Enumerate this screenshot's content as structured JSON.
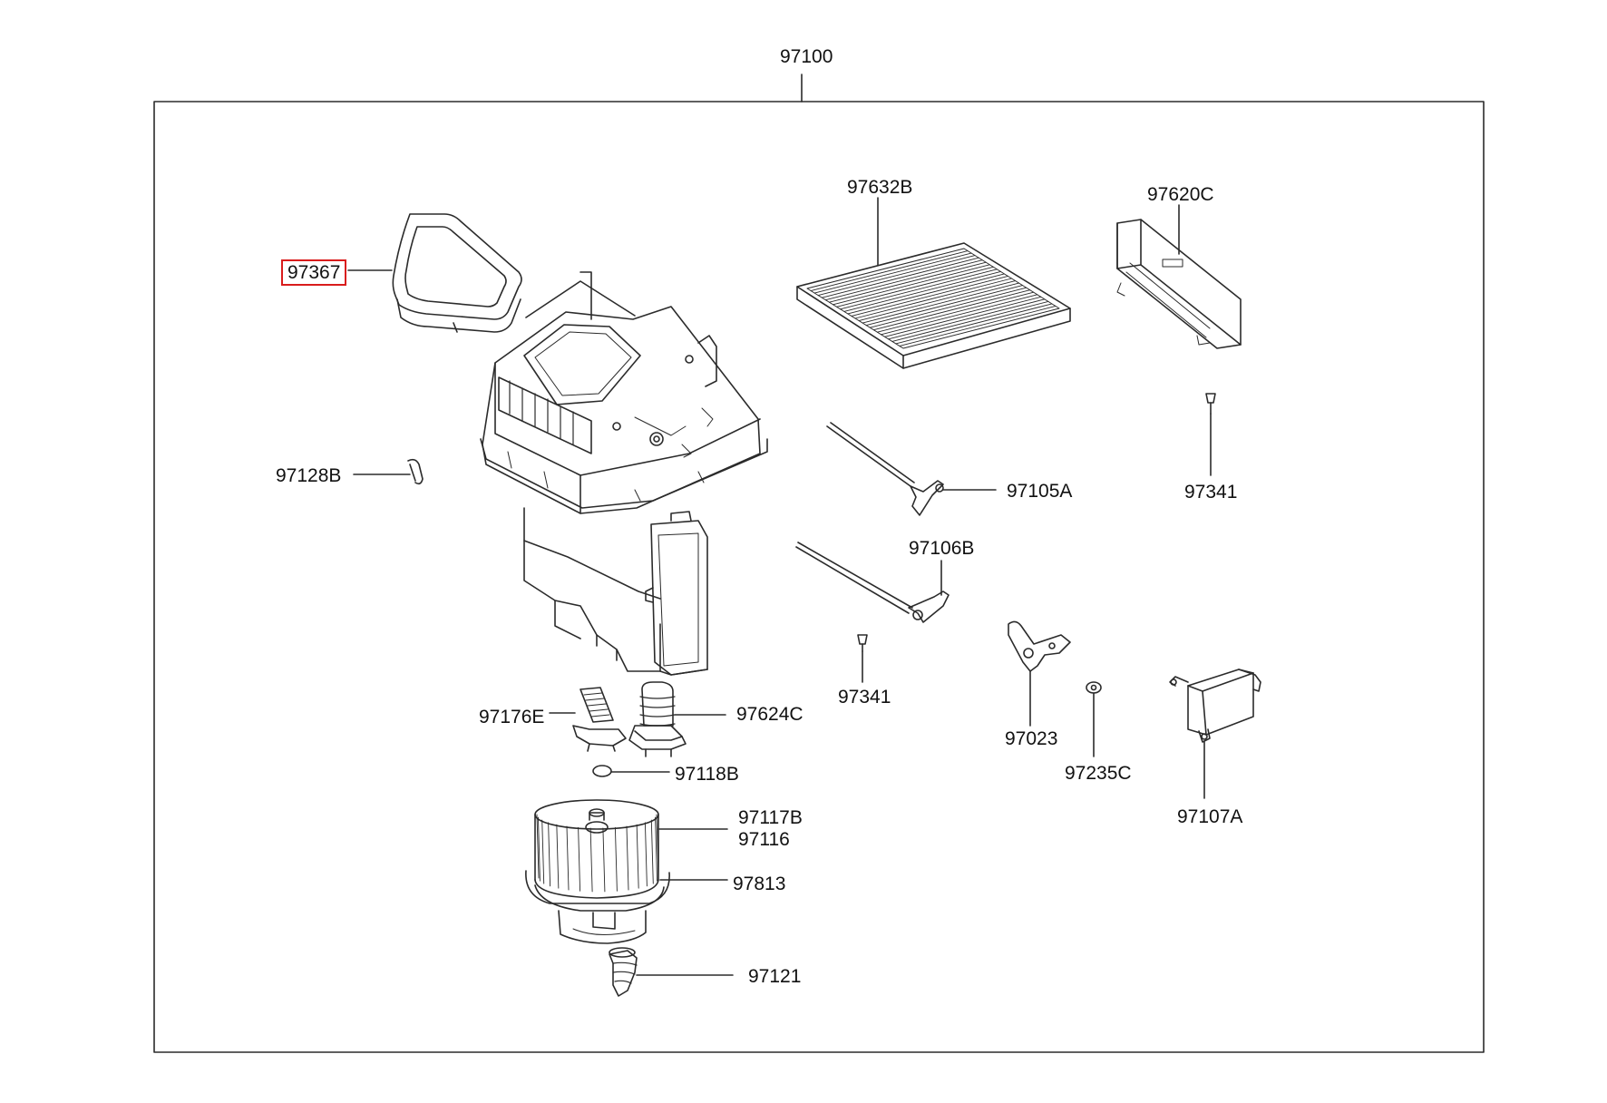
{
  "assembly": {
    "number": "97100"
  },
  "colors": {
    "line": "#2b2b2b",
    "highlight": "#d91c1c",
    "background": "#ffffff"
  },
  "parts": {
    "p97367": "97367",
    "p97632B": "97632B",
    "p97620C": "97620C",
    "p97128B": "97128B",
    "p97105A": "97105A",
    "p97341a": "97341",
    "p97106B": "97106B",
    "p97341b": "97341",
    "p97023": "97023",
    "p97235C": "97235C",
    "p97107A": "97107A",
    "p97176E": "97176E",
    "p97624C": "97624C",
    "p97118B": "97118B",
    "p97117B": "97117B",
    "p97116": "97116",
    "p97813": "97813",
    "p97121": "97121"
  },
  "highlighted_part": "97367"
}
